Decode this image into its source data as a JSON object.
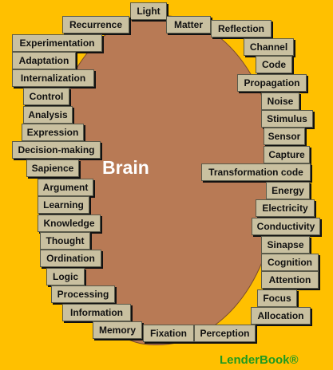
{
  "title": "Brain",
  "credit": "LenderBook®",
  "labels": [
    "Light",
    "Recurrence",
    "Matter",
    "Reflection",
    "Experimentation",
    "Channel",
    "Adaptation",
    "Code",
    "Internalization",
    "Propagation",
    "Control",
    "Noise",
    "Analysis",
    "Stimulus",
    "Expression",
    "Sensor",
    "Decision-making",
    "Capture",
    "Sapience",
    "Transformation code",
    "Argument",
    "Energy",
    "Learning",
    "Electricity",
    "Knowledge",
    "Conductivity",
    "Thought",
    "Sinapse",
    "Ordination",
    "Cognition",
    "Logic",
    "Attention",
    "Processing",
    "Focus",
    "Information",
    "Allocation",
    "Memory",
    "Fixation",
    "Perception"
  ]
}
